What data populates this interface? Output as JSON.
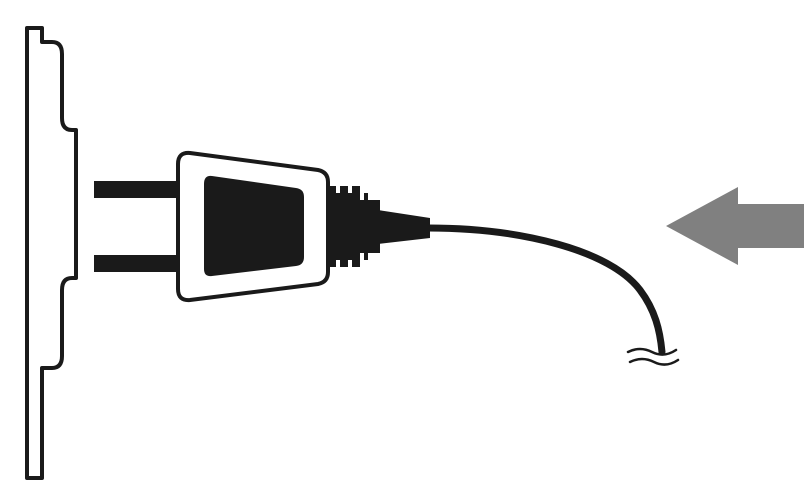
{
  "illustration": {
    "subject": "plug-into-wall-outlet",
    "colors": {
      "background": "#ffffff",
      "outline": "#1a1a1a",
      "wall_plate_fill": "#ffffff",
      "plug_fill": "#ffffff",
      "plug_inner": "#1a1a1a",
      "prong": "#1a1a1a",
      "cord": "#1a1a1a",
      "arrow": "#808080"
    },
    "icons": [
      "wall-outlet-plate",
      "electrical-plug",
      "power-cord",
      "direction-arrow-left"
    ]
  }
}
